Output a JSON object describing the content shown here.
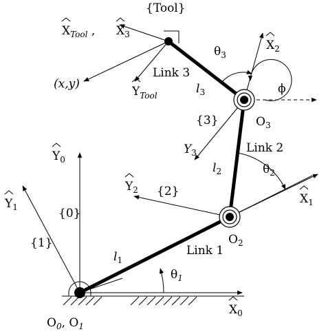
{
  "frames": {
    "tool_frame": "{Tool}",
    "frame_0": "{0}",
    "frame_1": "{1}",
    "frame_2": "{2}",
    "frame_3": "{3}"
  },
  "links": {
    "link_1": "Link 1",
    "link_2": "Link 2",
    "link_3": "Link 3"
  },
  "lengths": {
    "l1": {
      "base": "l",
      "sub": "1"
    },
    "l2": {
      "base": "l",
      "sub": "2"
    },
    "l3": {
      "base": "l",
      "sub": "3"
    }
  },
  "angles": {
    "theta1": {
      "base": "θ",
      "sub": "1"
    },
    "theta2": {
      "base": "θ",
      "sub": "2"
    },
    "theta3": {
      "base": "θ",
      "sub": "3"
    },
    "phi": "ϕ"
  },
  "origins": {
    "o0_o1": {
      "a": "O",
      "a_sub": "0",
      "sep": ", O",
      "b_sub": "1"
    },
    "o2": {
      "base": "O",
      "sub": "2"
    },
    "o3": {
      "base": "O",
      "sub": "3"
    }
  },
  "axes": {
    "x0": {
      "base": "X",
      "sub": "0"
    },
    "y0": {
      "base": "Y",
      "sub": "0"
    },
    "x1": {
      "base": "X",
      "sub": "1"
    },
    "y1": {
      "base": "Y",
      "sub": "1"
    },
    "x2": {
      "base": "X",
      "sub": "2"
    },
    "y2": {
      "base": "Y",
      "sub": "2"
    },
    "x3": {
      "base": "X",
      "sub": "3"
    },
    "y3": {
      "base": "Y",
      "sub": "3"
    },
    "x_tool": {
      "base": "X",
      "sub": "Tool",
      "suffix": " ,"
    },
    "y_tool": {
      "base": "Y",
      "sub": "Tool"
    }
  },
  "tool_point": "(x,y)"
}
